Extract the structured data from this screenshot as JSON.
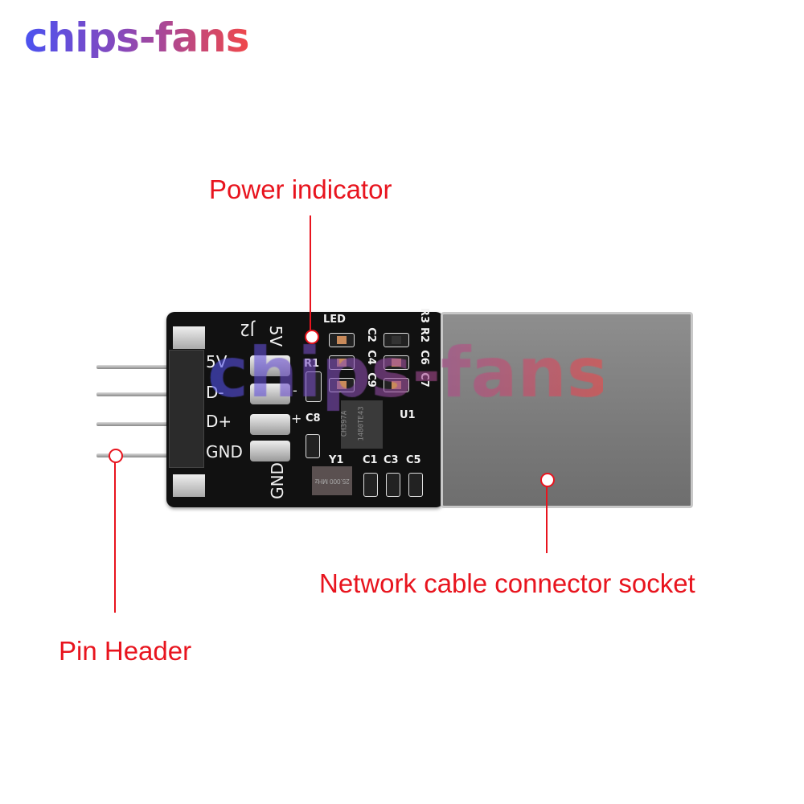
{
  "brand": {
    "logo": "chips-fans",
    "watermark": "chips-fans",
    "gradient": [
      "#4b52f0",
      "#f0484a"
    ]
  },
  "callouts": {
    "power_indicator": "Power indicator",
    "pin_header": "Pin Header",
    "socket": "Network cable connector socket",
    "color": "#e8141e"
  },
  "board": {
    "pins": [
      "5V",
      "D-",
      "D+",
      "GND"
    ],
    "silkscreen": {
      "j2": "J2",
      "v5": "5V",
      "gnd": "GND",
      "led": "LED",
      "r1": "R1",
      "c8": "C8",
      "y1": "Y1",
      "u1": "U1",
      "c1": "C1",
      "c3": "C3",
      "c5": "C5",
      "c2": "C2",
      "c4": "C4",
      "c9": "C9",
      "c6": "C6",
      "c7": "C7",
      "r2": "R2",
      "r3": "R3",
      "minus": "-",
      "plus": "+"
    },
    "chip": {
      "line1": "CH397A",
      "line2": "1480TE43"
    },
    "crystal": "25.000 MHz"
  }
}
